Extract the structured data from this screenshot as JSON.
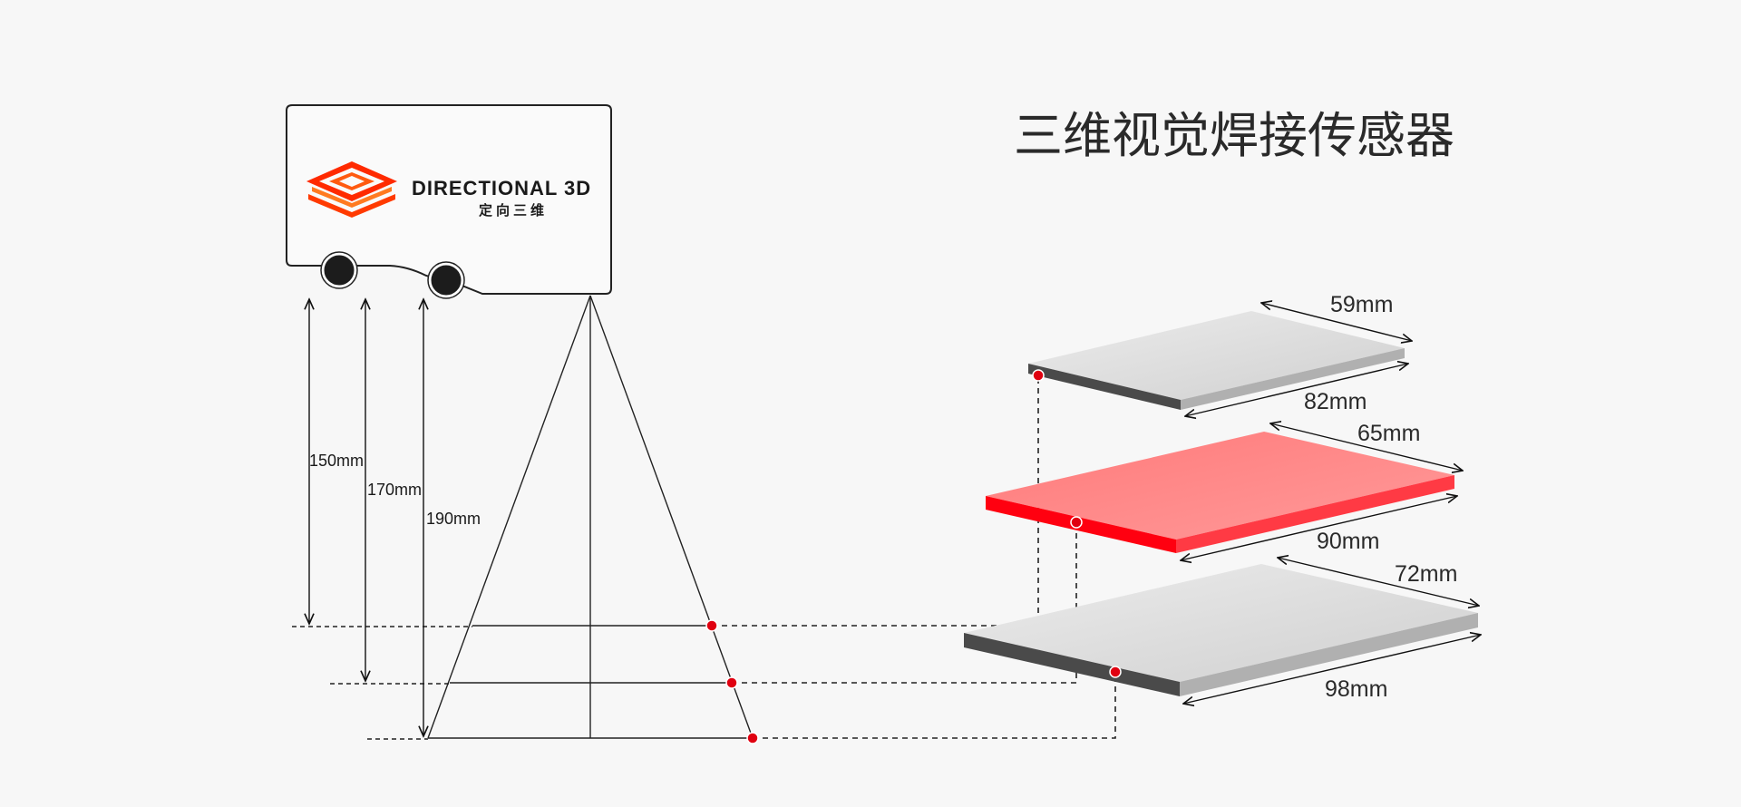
{
  "title": "三维视觉焊接传感器",
  "logo": {
    "name": "DIRECTIONAL 3D",
    "subtitle": "定向三维",
    "colors": [
      "#ff1a00",
      "#ff6a1a",
      "#ffa040"
    ]
  },
  "heights": [
    {
      "label": "150mm",
      "value": 150
    },
    {
      "label": "170mm",
      "value": 170
    },
    {
      "label": "190mm",
      "value": 190
    }
  ],
  "plates": [
    {
      "name": "top",
      "width_label": "59mm",
      "length_label": "82mm",
      "highlight": false
    },
    {
      "name": "middle",
      "width_label": "65mm",
      "length_label": "90mm",
      "highlight": true
    },
    {
      "name": "bottom",
      "width_label": "72mm",
      "length_label": "98mm",
      "highlight": false
    }
  ],
  "colors": {
    "accent": "#ff0010",
    "highlight_plate": "#ff8a8a",
    "plate_top": "#d8d8d8",
    "plate_edge_dark": "#555555",
    "marker": "#e00010"
  }
}
